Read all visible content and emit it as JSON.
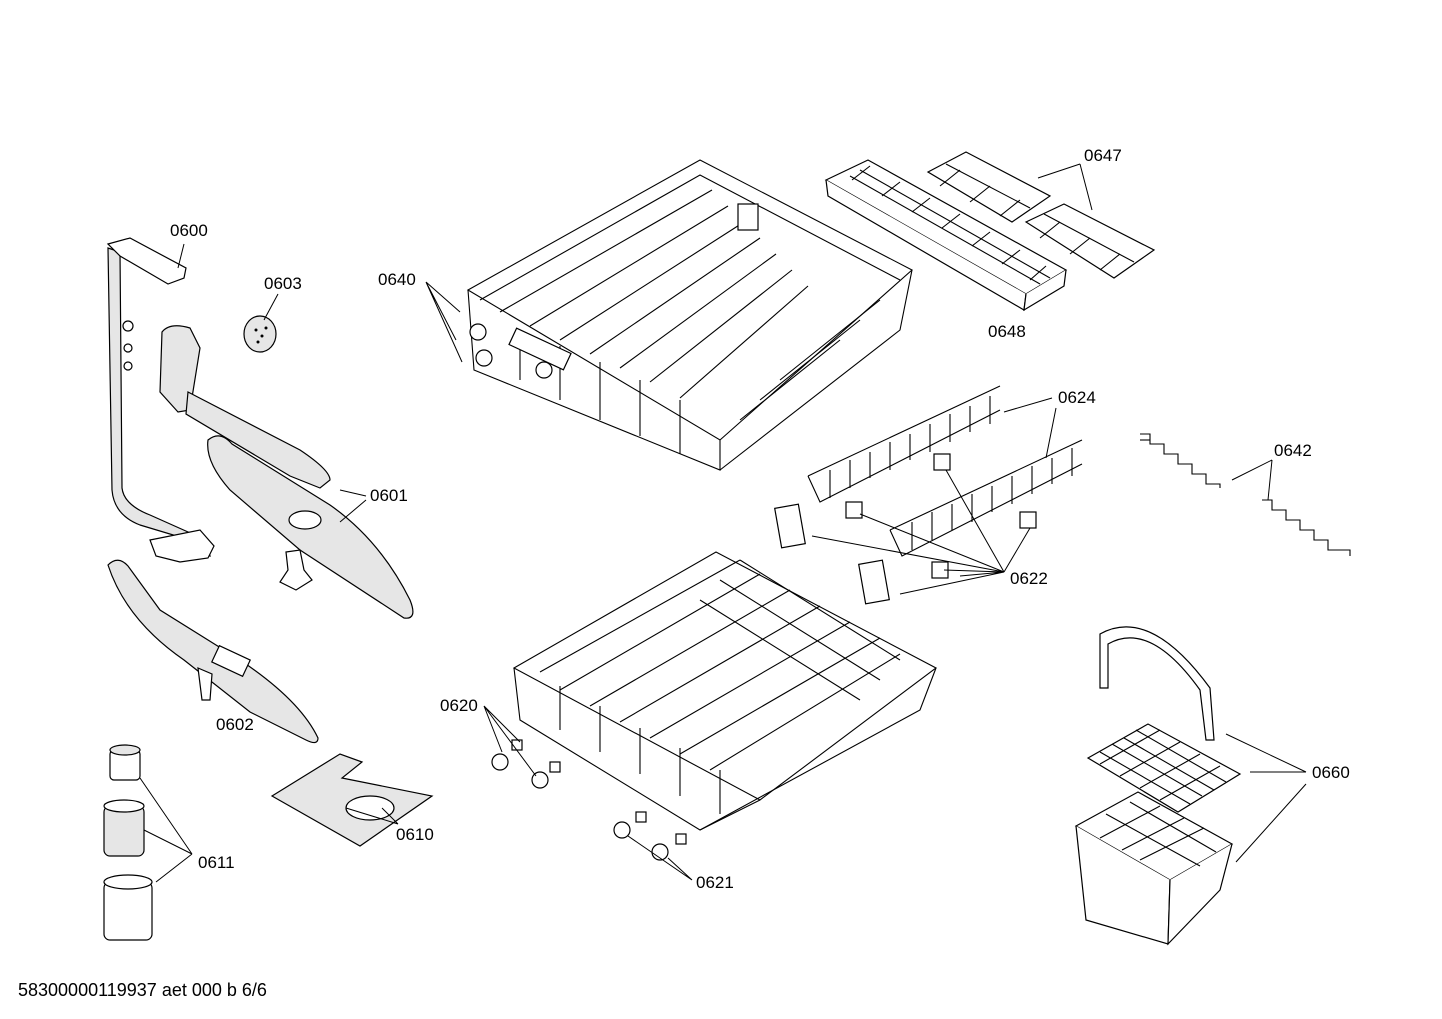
{
  "labels": {
    "p0600": "0600",
    "p0601": "0601",
    "p0602": "0602",
    "p0603": "0603",
    "p0610": "0610",
    "p0611": "0611",
    "p0620": "0620",
    "p0621": "0621",
    "p0622": "0622",
    "p0624": "0624",
    "p0640": "0640",
    "p0642": "0642",
    "p0647": "0647",
    "p0648": "0648",
    "p0660": "0660"
  },
  "footer": "58300000119937 aet 000 b 6/6"
}
